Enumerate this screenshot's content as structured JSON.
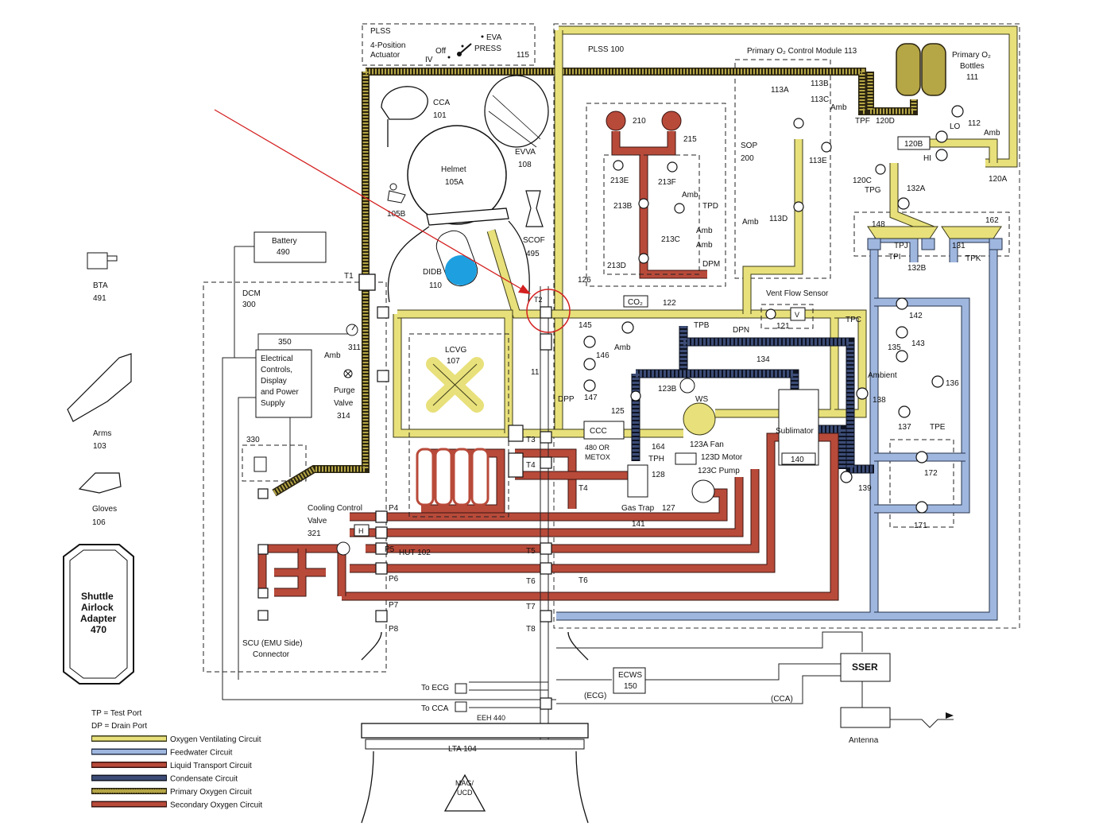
{
  "labels": {
    "plss_box": "PLSS",
    "actuator": "4-Position",
    "actuator2": "Actuator",
    "actuator_num": "115",
    "off": "Off",
    "iv": "IV",
    "eva": "EVA",
    "press": "PRESS",
    "plss100": "PLSS 100",
    "primary_module": "Primary O₂ Control Module 113",
    "primary_bottles": "Primary O₂",
    "bottles": "Bottles",
    "bottles_num": "111",
    "cca": "CCA",
    "cca_num": "101",
    "evva": "EVVA",
    "evva_num": "108",
    "helmet": "Helmet",
    "helmet_num": "105A",
    "n105b": "105B",
    "scof": "SCOF",
    "scof_num": "495",
    "didb": "DIDB",
    "didb_num": "110",
    "battery": "Battery",
    "battery_num": "490",
    "bta": "BTA",
    "bta_num": "491",
    "dcm": "DCM",
    "dcm_num": "300",
    "n350": "350",
    "electrical": "Electrical",
    "controls": "Controls,",
    "display": "Display",
    "and_power": "and Power",
    "supply": "Supply",
    "n330": "330",
    "arms": "Arms",
    "arms_num": "103",
    "gloves": "Gloves",
    "gloves_num": "106",
    "shuttle1": "Shuttle",
    "shuttle2": "Airlock",
    "shuttle3": "Adapter",
    "shuttle4": "470",
    "lcvg": "LCVG",
    "lcvg_num": "107",
    "hut": "HUT 102",
    "t1": "T1",
    "t2": "T2",
    "t3": "T3",
    "t4": "T4",
    "t5": "T5",
    "t6": "T6",
    "t7": "T7",
    "t8": "T8",
    "p4": "P4",
    "p5": "P5",
    "p6": "P6",
    "p7": "P7",
    "p8": "P8",
    "amb": "Amb",
    "n311": "311",
    "purge1": "Purge",
    "purge2": "Valve",
    "purge3": "314",
    "cooling1": "Cooling Control",
    "cooling2": "Valve",
    "cooling3": "321",
    "scu1": "SCU (EMU Side)",
    "scu2": "Connector",
    "n210": "210",
    "n215": "215",
    "sop": "SOP",
    "sop_num": "200",
    "n213e": "213E",
    "n213f": "213F",
    "n213b": "213B",
    "tpd": "TPD",
    "n213c": "213C",
    "n213d": "213D",
    "dpm": "DPM",
    "n113a": "113A",
    "n113b": "113B",
    "n113c": "113C",
    "n113d": "113D",
    "n113e": "113E",
    "tpf": "TPF",
    "n120d": "120D",
    "n120b": "120B",
    "n120c": "120C",
    "n120a": "120A",
    "lo": "LO",
    "hi": "HI",
    "n112": "112",
    "tpg": "TPG",
    "n132a": "132A",
    "n148": "148",
    "n162": "162",
    "tpj": "TPJ",
    "tpi": "TPI",
    "n131": "131",
    "tpk": "TPK",
    "n132b": "132B",
    "n126": "126",
    "co2": "CO₂",
    "n122": "122",
    "vent": "Vent Flow Sensor",
    "n121": "121",
    "n145": "145",
    "n146": "146",
    "n147": "147",
    "n11": "11",
    "tpb": "TPB",
    "dpn": "DPN",
    "n134": "134",
    "dpp": "DPP",
    "n125": "125",
    "n123b": "123B",
    "ws": "WS",
    "ccc": "CCC",
    "metox1": "480 OR",
    "metox2": "METOX",
    "n164": "164",
    "tph": "TPH",
    "n128": "128",
    "fan": "123A Fan",
    "motor": "123D Motor",
    "pump": "123C Pump",
    "sublimator": "Sublimator",
    "n140": "140",
    "gastrap": "Gas Trap",
    "n141": "141",
    "n127": "127",
    "tpc": "TPC",
    "n142": "142",
    "n143": "143",
    "n135": "135",
    "ambient": "Ambient",
    "n136": "136",
    "n138": "138",
    "n137": "137",
    "tpe": "TPE",
    "n139": "139",
    "n172": "172",
    "n171": "171",
    "ecws": "ECWS",
    "ecws_num": "150",
    "ecg": "(ECG)",
    "cca2": "(CCA)",
    "sser": "SSER",
    "antenna": "Antenna",
    "to_ecg": "To ECG",
    "to_cca": "To CCA",
    "eeh": "EEH 440",
    "lta": "LTA 104",
    "mag1": "MAG/",
    "mag2": "UCD",
    "tp_note": "TP = Test Port",
    "dp_note": "DP = Drain Port"
  },
  "legend": [
    {
      "label": "Oxygen Ventilating Circuit",
      "color": "#e8e07a",
      "edge": "#3a3a1a",
      "style": "solid"
    },
    {
      "label": "Feedwater Circuit",
      "color": "#9fb7df",
      "edge": "#26324a",
      "style": "solid"
    },
    {
      "label": "Liquid Transport Circuit",
      "color": "#b84a3a",
      "edge": "#3a1410",
      "style": "solid"
    },
    {
      "label": "Condensate Circuit",
      "color": "#3c4c76",
      "edge": "#0e1322",
      "style": "dashed"
    },
    {
      "label": "Primary Oxygen Circuit",
      "color": "#b5a646",
      "edge": "#2a2410",
      "style": "dotted"
    },
    {
      "label": "Secondary Oxygen Circuit",
      "color": "#b84a3a",
      "edge": "#3a1410",
      "style": "solid"
    }
  ],
  "colors": {
    "annotation": "#d42020",
    "water_blue": "#1ea0e0",
    "bottle": "#b5a646",
    "secondary_bottle": "#b84a3a"
  }
}
